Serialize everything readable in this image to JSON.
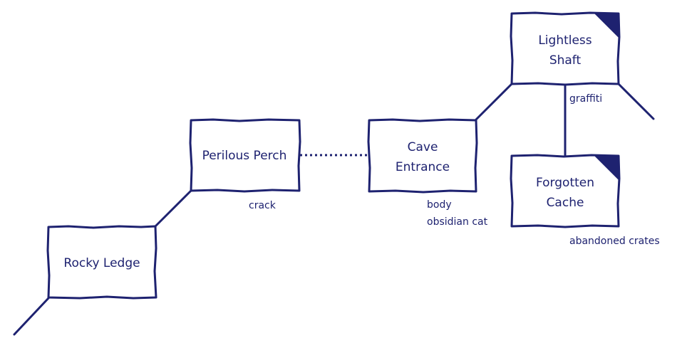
{
  "map": {
    "colors": {
      "ink": "#1e2270",
      "background": "#ffffff"
    },
    "rooms": {
      "rocky_ledge": {
        "title_lines": [
          "Rocky Ledge"
        ],
        "notes": []
      },
      "perilous_perch": {
        "title_lines": [
          "Perilous Perch"
        ],
        "notes": [
          "crack"
        ]
      },
      "cave_entrance": {
        "title_lines": [
          "Cave",
          "Entrance"
        ],
        "notes": [
          "body",
          "obsidian cat"
        ]
      },
      "lightless_shaft": {
        "title_lines": [
          "Lightless",
          "Shaft"
        ],
        "notes": [
          "graffiti"
        ]
      },
      "forgotten_cache": {
        "title_lines": [
          "Forgotten",
          "Cache"
        ],
        "notes": [
          "abandoned crates"
        ]
      }
    }
  }
}
